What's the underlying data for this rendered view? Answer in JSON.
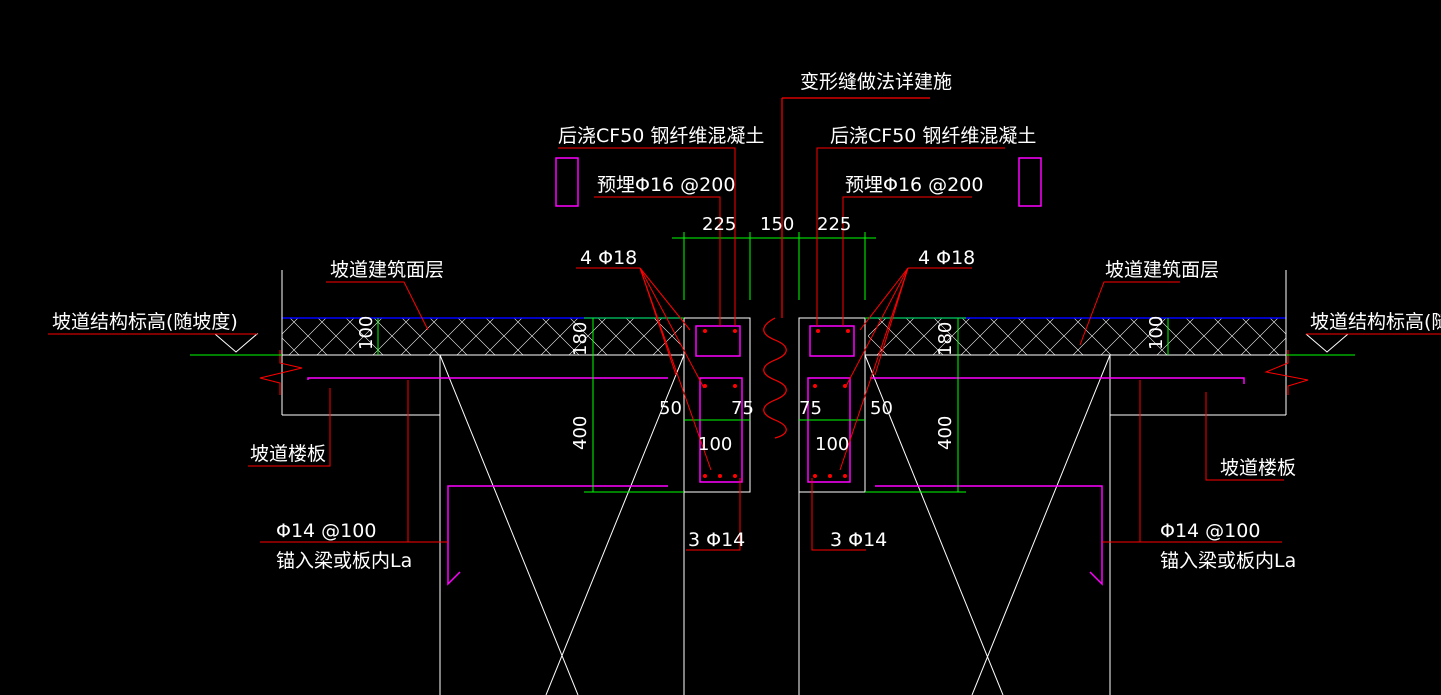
{
  "drawing": {
    "colors": {
      "background": "#000000",
      "structure": "#ffffff",
      "leader": "#ff0000",
      "rebar": "#ff00ff",
      "dimension": "#00ff00",
      "finish_line": "#0000ff",
      "joint": "#ff0000"
    },
    "labels": {
      "joint_note": "变形缝做法详建施",
      "pour_left": "后浇CF50 钢纤维混凝土",
      "pour_right": "后浇CF50 钢纤维混凝土",
      "embed_left": "预埋Φ16 @200",
      "embed_right": "预埋Φ16 @200",
      "bars_top_left": "4 Φ18",
      "bars_top_right": "4 Φ18",
      "finish_left": "坡道建筑面层",
      "finish_right": "坡道建筑面层",
      "elev_left": "坡道结构标高(随坡度)",
      "elev_right": "坡道结构标高(随坡度)",
      "slab_left": "坡道楼板",
      "slab_right": "坡道楼板",
      "rebar_left_line1": "Φ14 @100",
      "rebar_left_line2": "锚入梁或板内La",
      "rebar_right_line1": "Φ14 @100",
      "rebar_right_line2": "锚入梁或板内La",
      "bars_bot_left": "3 Φ14",
      "bars_bot_right": "3 Φ14"
    },
    "dimensions": {
      "d225_left": "225",
      "d150": "150",
      "d225_right": "225",
      "d100_left": "100",
      "d100_right": "100",
      "d180_left": "180",
      "d180_right": "180",
      "d400_left": "400",
      "d400_right": "400",
      "d50_left": "50",
      "d75_left": "75",
      "d75_right": "75",
      "d50_right": "50",
      "d100b_left": "100",
      "d100b_right": "100"
    }
  }
}
